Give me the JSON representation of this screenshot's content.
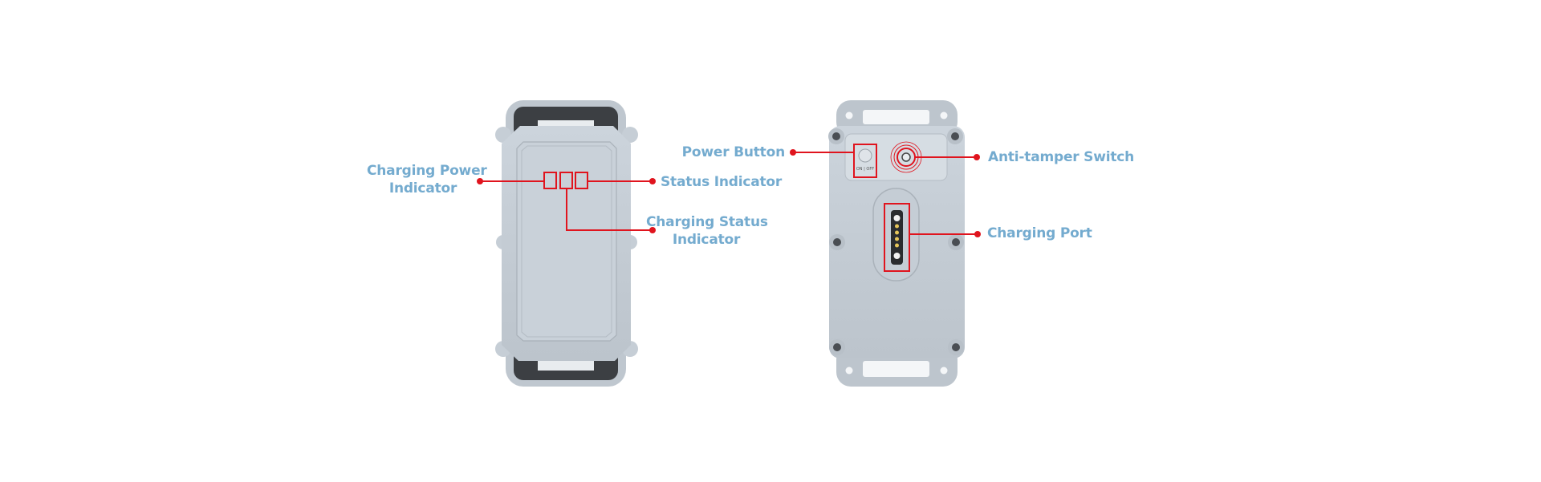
{
  "colors": {
    "label": "#74abcf",
    "callout": "#e0141e",
    "device": "#c4ccd4"
  },
  "front_view": {
    "labels": {
      "charging_power_line1": "Charging Power",
      "charging_power_line2": "Indicator",
      "status_indicator": "Status Indicator",
      "charging_status_line1": "Charging Status",
      "charging_status_line2": "Indicator"
    }
  },
  "back_view": {
    "labels": {
      "power_button": "Power Button",
      "anti_tamper_switch": "Anti-tamper Switch",
      "charging_port": "Charging Port"
    },
    "button_text": "ON | OFF"
  }
}
